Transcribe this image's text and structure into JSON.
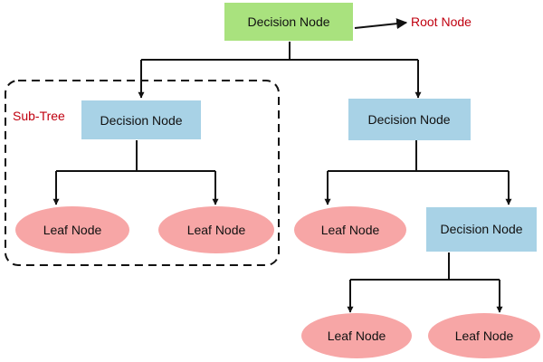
{
  "diagram": {
    "root_annotation": "Root Node",
    "subtree_label": "Sub-Tree",
    "nodes": {
      "root": {
        "label": "Decision Node"
      },
      "left_decision": {
        "label": "Decision Node"
      },
      "right_decision": {
        "label": "Decision Node"
      },
      "right_sub_decision": {
        "label": "Decision Node"
      },
      "leaf_left_1": {
        "label": "Leaf Node"
      },
      "leaf_left_2": {
        "label": "Leaf Node"
      },
      "leaf_right_1": {
        "label": "Leaf Node"
      },
      "leaf_bottom_1": {
        "label": "Leaf Node"
      },
      "leaf_bottom_2": {
        "label": "Leaf Node"
      }
    },
    "colors": {
      "root_fill": "#a9e27e",
      "decision_fill": "#a8d2e6",
      "leaf_fill": "#f7a6a6",
      "annotation_text": "#c0000f",
      "line": "#111111",
      "node_text": "#111111"
    }
  }
}
